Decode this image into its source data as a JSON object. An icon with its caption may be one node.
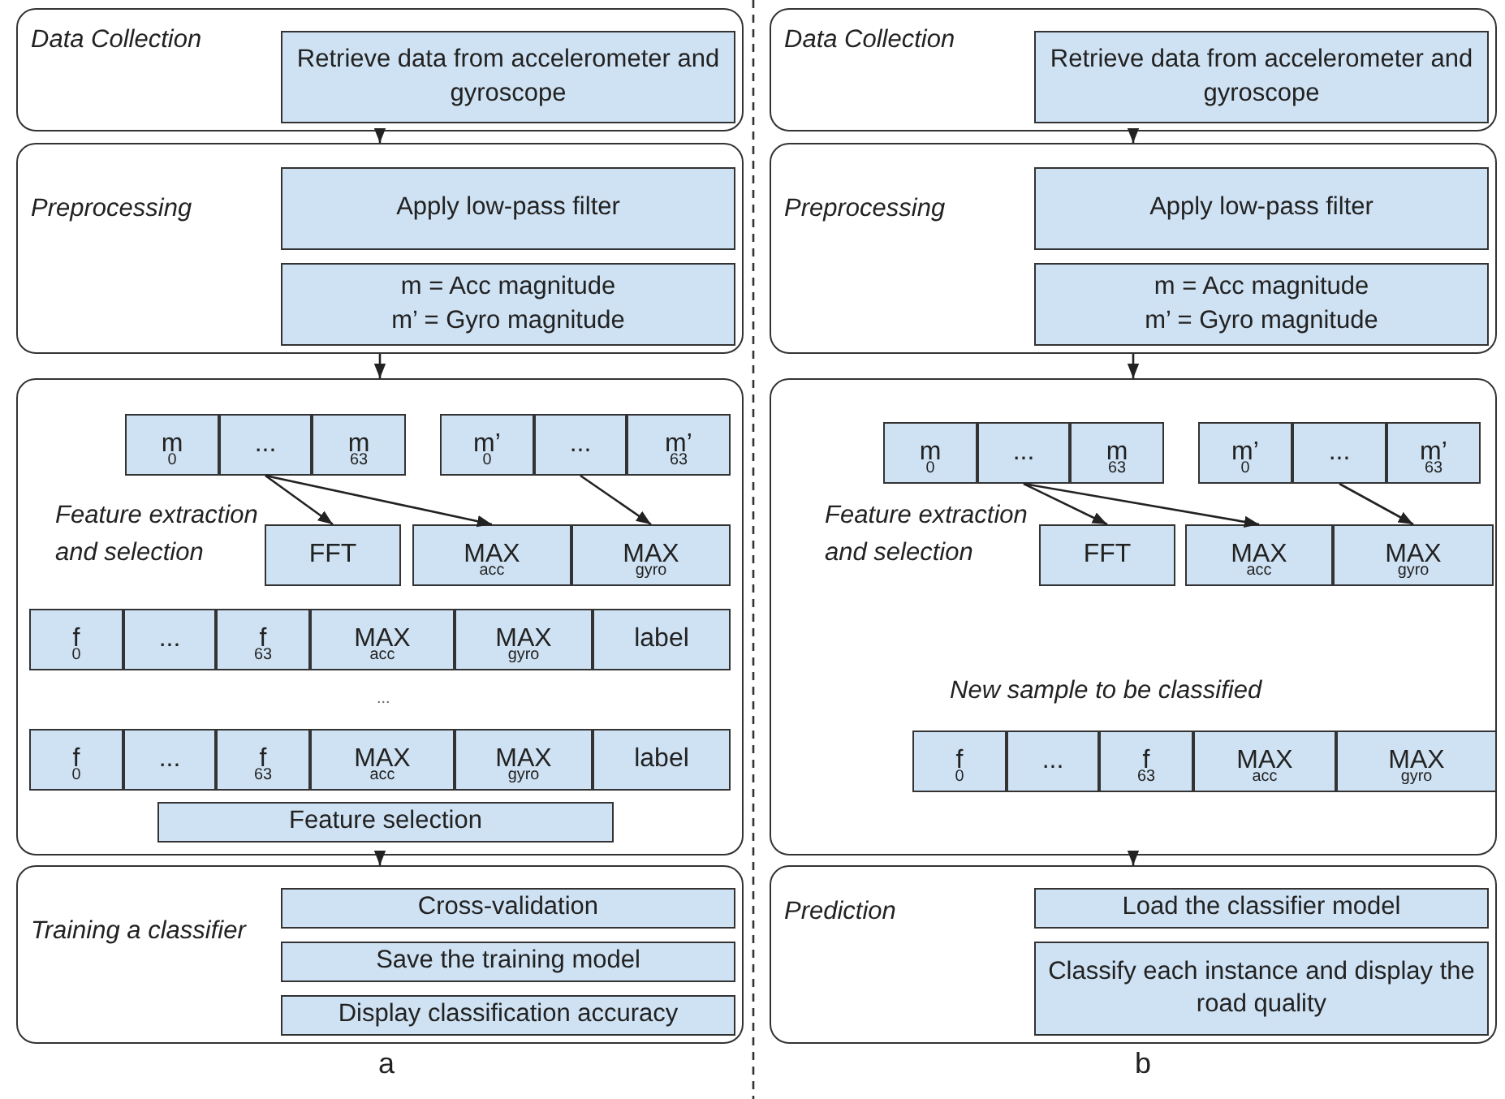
{
  "diagram": {
    "nodes": [
      {
        "text": [
          "Data Collection"
        ]
      },
      {
        "text": [
          "Retrieve data from accelerometer and gyroscope"
        ],
        "in": 0
      },
      {
        "text": [
          "Preprocessing"
        ]
      },
      {
        "text": [
          "Apply low-pass filter"
        ],
        "in": 2
      },
      {
        "text": [
          "m = Acc magnitude",
          "m’ = Gyro magnitude"
        ],
        "in": 2
      },
      {
        "text": [
          "Feature extraction and selection"
        ]
      },
      {
        "text": [
          "m$_{0}$"
        ],
        "in": 5
      },
      {
        "text": [
          "..."
        ],
        "in": 5
      },
      {
        "text": [
          "m$_{63}$"
        ],
        "in": 5
      },
      {
        "text": [
          "m’$_{0}$"
        ],
        "in": 5
      },
      {
        "text": [
          "..."
        ],
        "in": 5
      },
      {
        "text": [
          "m’$_{63}$"
        ],
        "in": 5
      },
      {
        "text": [
          "FFT"
        ],
        "in": 5
      },
      {
        "text": [
          "MAX$_{acc}$"
        ],
        "in": 5
      },
      {
        "text": [
          "MAX$_{gyro}$"
        ],
        "in": 5
      },
      {
        "text": [
          "f$_{0}$"
        ],
        "in": 5
      },
      {
        "text": [
          "..."
        ],
        "in": 5
      },
      {
        "text": [
          "f$_{63}$"
        ],
        "in": 5
      },
      {
        "text": [
          "MAX$_{acc}$"
        ],
        "in": 5
      },
      {
        "text": [
          "MAX$_{gyro}$"
        ],
        "in": 5
      },
      {
        "text": [
          "label"
        ],
        "in": 5
      },
      {
        "text": [
          "f$_{0}$"
        ],
        "in": 5
      },
      {
        "text": [
          "..."
        ],
        "in": 5
      },
      {
        "text": [
          "f$_{63}$"
        ],
        "in": 5
      },
      {
        "text": [
          "MAX$_{acc}$"
        ],
        "in": 5
      },
      {
        "text": [
          "MAX$_{gyro}$"
        ],
        "in": 5
      },
      {
        "text": [
          "label"
        ],
        "in": 5
      },
      {
        "text": [
          "Feature selection"
        ],
        "in": 5
      },
      {
        "text": [
          "Training a classifier"
        ]
      },
      {
        "text": [
          "Cross-validation"
        ],
        "in": 28
      },
      {
        "text": [
          "Save the training model"
        ],
        "in": 28
      },
      {
        "text": [
          "Display classification accuracy"
        ],
        "in": 28
      },
      {
        "text": [
          "Data Collection"
        ]
      },
      {
        "text": [
          "Retrieve data from accelerometer and gyroscope"
        ],
        "in": 32
      },
      {
        "text": [
          "Preprocessing"
        ]
      },
      {
        "text": [
          "Apply low-pass filter"
        ],
        "in": 34
      },
      {
        "text": [
          "m = Acc magnitude",
          "m’ = Gyro magnitude"
        ],
        "in": 34
      },
      {
        "text": [
          "Feature extraction and selection"
        ]
      },
      {
        "text": [
          "m$_{0}$"
        ],
        "in": 37
      },
      {
        "text": [
          "..."
        ],
        "in": 37
      },
      {
        "text": [
          "m$_{63}$"
        ],
        "in": 37
      },
      {
        "text": [
          "m’$_{0}$"
        ],
        "in": 37
      },
      {
        "text": [
          "..."
        ],
        "in": 37
      },
      {
        "text": [
          "m’$_{63}$"
        ],
        "in": 37
      },
      {
        "text": [
          "FFT"
        ],
        "in": 37
      },
      {
        "text": [
          "MAX$_{acc}$"
        ],
        "in": 37
      },
      {
        "text": [
          "MAX$_{gyro}$"
        ],
        "in": 37
      },
      {
        "text": [
          "f$_{0}$"
        ],
        "in": 37
      },
      {
        "text": [
          "..."
        ],
        "in": 37
      },
      {
        "text": [
          "f$_{63}$"
        ],
        "in": 37
      },
      {
        "text": [
          "MAX$_{acc}$"
        ],
        "in": 37
      },
      {
        "text": [
          "MAX$_{gyro}$"
        ],
        "in": 37
      },
      {
        "text": [
          "Prediction"
        ]
      },
      {
        "text": [
          "Load the classifier model"
        ],
        "in": 52
      },
      {
        "text": [
          "Classify each instance and display the road quality"
        ],
        "in": 52
      }
    ],
    "edges": [
      {
        "from": 0,
        "to": 2,
        "arrow": "to"
      },
      {
        "from": 2,
        "to": 5,
        "arrow": "to"
      },
      {
        "from": 5,
        "to": 28,
        "arrow": "to"
      },
      {
        "from": 7,
        "to": 12,
        "arrow": "to"
      },
      {
        "from": 7,
        "to": 13,
        "arrow": "to"
      },
      {
        "from": 10,
        "to": 14,
        "arrow": "to"
      },
      {
        "from": 32,
        "to": 34,
        "arrow": "to"
      },
      {
        "from": 34,
        "to": 37,
        "arrow": "to"
      },
      {
        "from": 37,
        "to": 52,
        "arrow": "to"
      },
      {
        "from": 39,
        "to": 44,
        "arrow": "to"
      },
      {
        "from": 39,
        "to": 45,
        "arrow": "to"
      },
      {
        "from": 42,
        "to": 46,
        "arrow": "to"
      }
    ],
    "labels": [
      "...",
      "New sample to be classified",
      "a",
      "b"
    ]
  }
}
